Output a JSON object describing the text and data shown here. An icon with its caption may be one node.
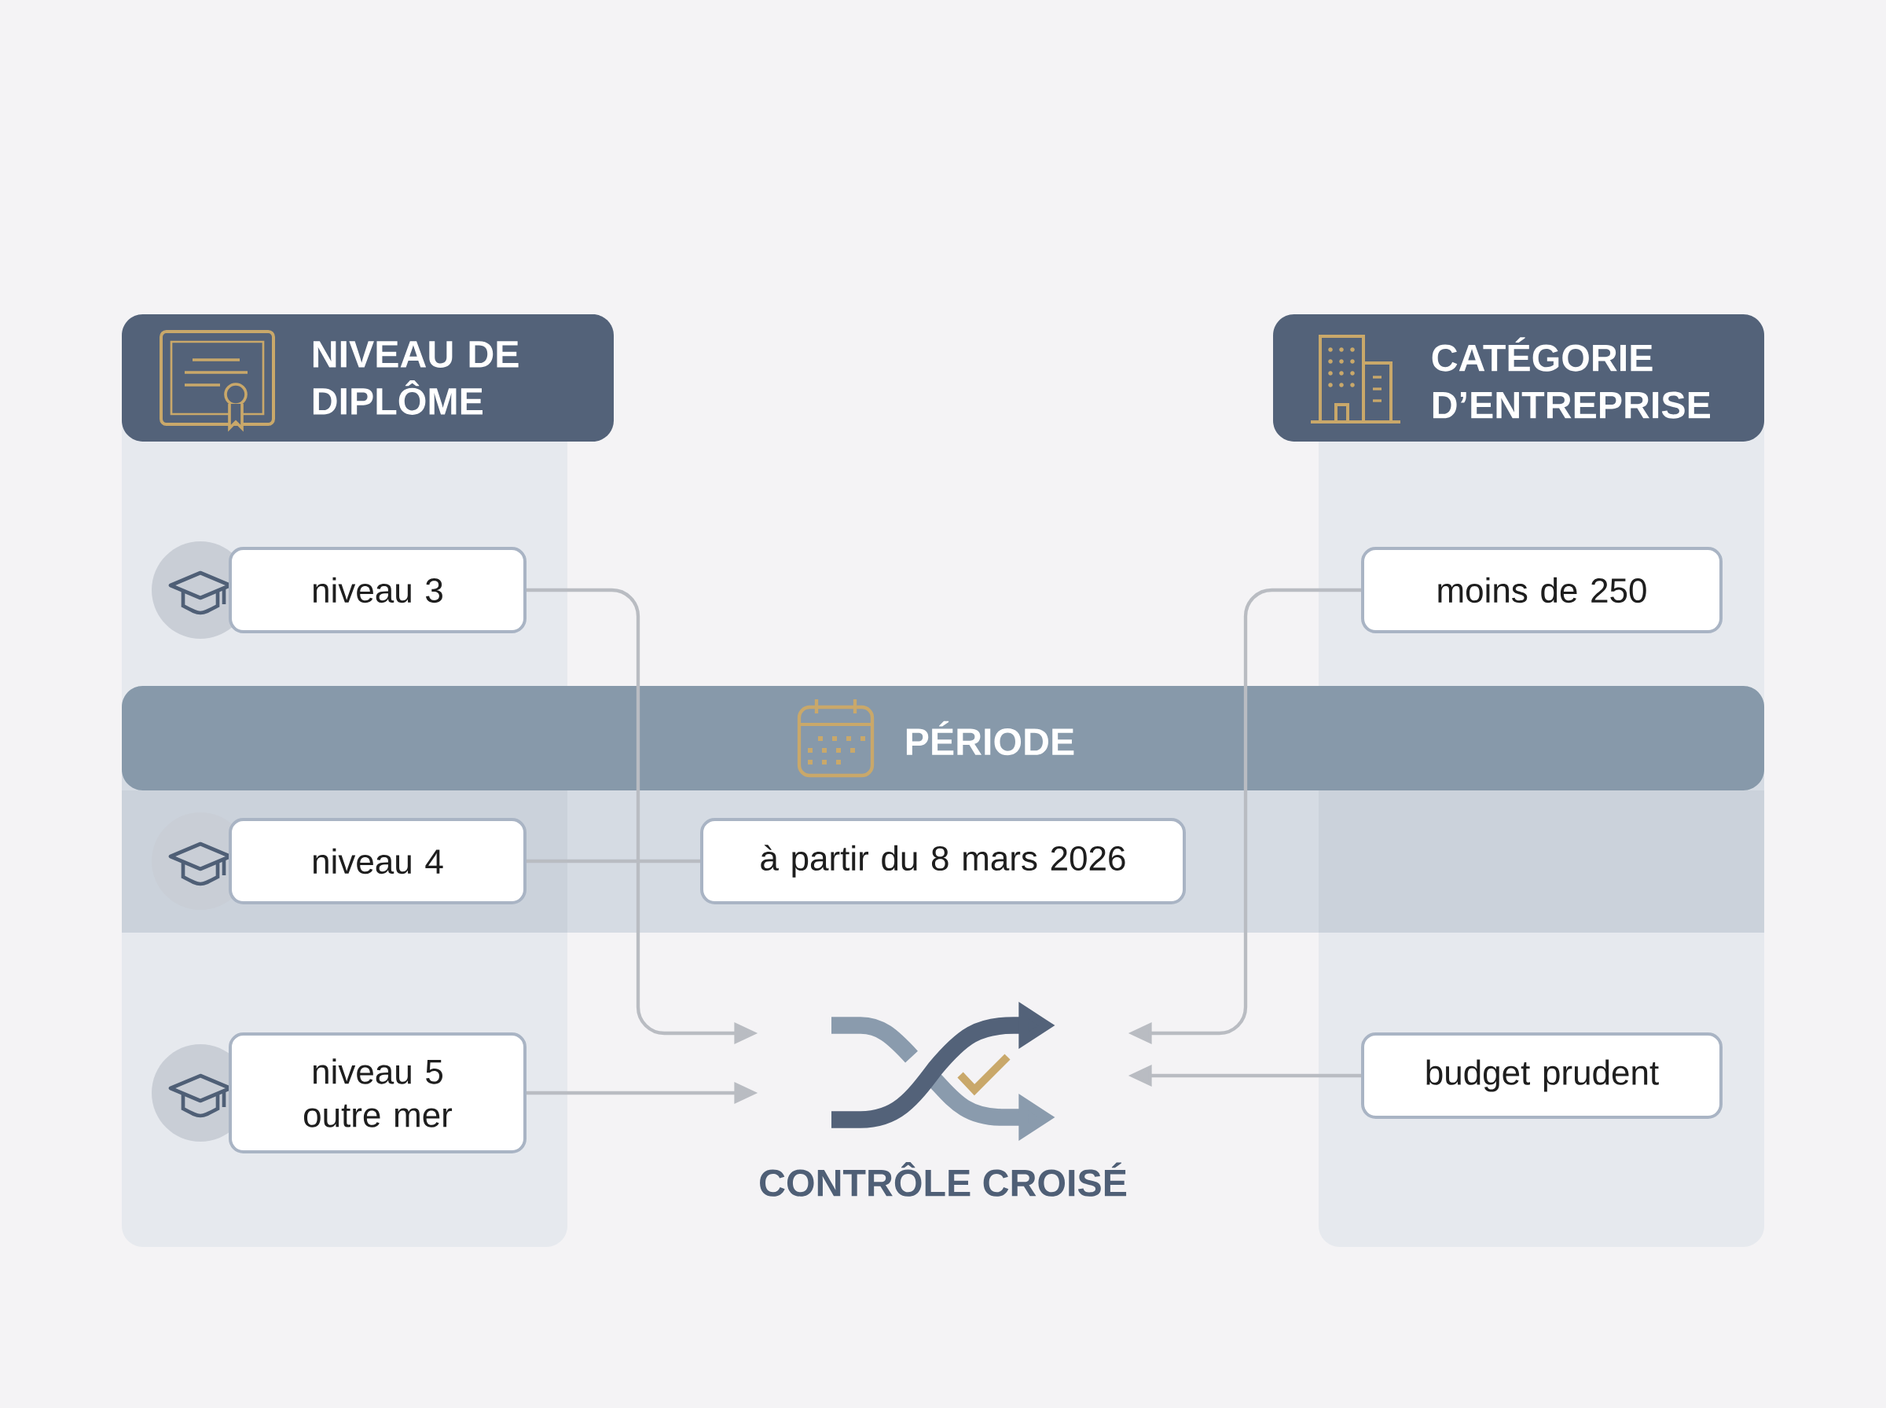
{
  "diagram": {
    "nodes": [
      {
        "text": [
          "NIVEAU DE DIPLÔME"
        ]
      },
      {
        "text": [
          "niveau 3"
        ],
        "in": 0
      },
      {
        "text": [
          "niveau 4"
        ]
      },
      {
        "text": [
          "niveau 5 outre mer"
        ],
        "in": 0
      },
      {
        "text": [
          "CATÉGORIE D’ENTREPRISE"
        ]
      },
      {
        "text": [
          "moins de 250"
        ],
        "in": 4
      },
      {
        "text": [
          "budget prudent"
        ],
        "in": 4
      },
      {
        "text": [
          "PÉRIODE"
        ]
      },
      {
        "text": [
          "à partir du 8 mars 2026"
        ],
        "in": 7
      },
      {
        "text": [
          "CONTRÔLE CROISÉ"
        ]
      }
    ],
    "edges": [
      {
        "from": 1,
        "to": 9,
        "arrow": "to"
      },
      {
        "from": 2,
        "to": 8,
        "arrow": "none"
      },
      {
        "from": 3,
        "to": 9,
        "arrow": "to"
      },
      {
        "from": 5,
        "to": 9,
        "arrow": "to"
      },
      {
        "from": 6,
        "to": 9,
        "arrow": "to"
      }
    ]
  }
}
